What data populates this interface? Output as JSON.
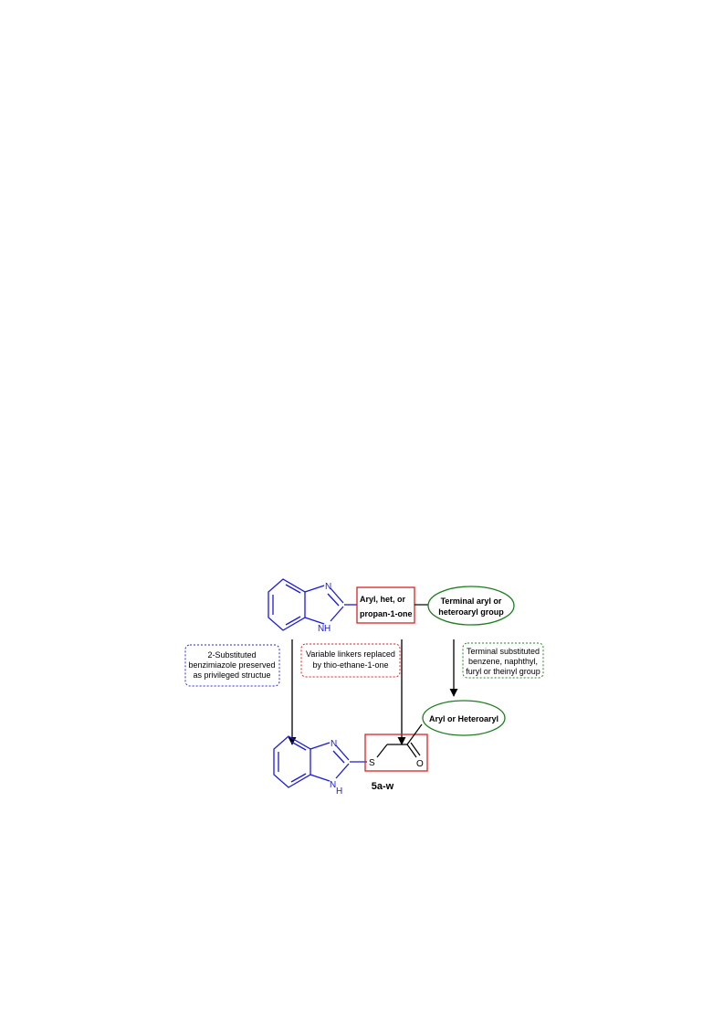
{
  "colors": {
    "scaffold": "#1a1adb",
    "linker_box": "#e02020",
    "terminal": "#1e7d1e",
    "note_blue": "#2a2ad0",
    "note_red": "#e02020",
    "note_green": "#1e8a1e",
    "bond": "#000000"
  },
  "top": {
    "atom_n": "N",
    "atom_nh": "H",
    "atom_n_lower": "N",
    "linker_line1": "Aryl, het, or",
    "linker_line2": "propan-1-one",
    "terminal_line1": "Terminal aryl or",
    "terminal_line2": "heteroaryl group"
  },
  "notes": {
    "blue": [
      "2-Substituted",
      "benzimiazole preserved",
      "as privileged structue"
    ],
    "red": [
      "Variable linkers replaced",
      "by thio-ethane-1-one"
    ],
    "green": [
      "Terminal substituted",
      "benzene, naphthyl,",
      "furyl or theinyl group"
    ]
  },
  "bottom": {
    "atom_n": "N",
    "atom_nh": "H",
    "atom_n_lower": "N",
    "atom_s": "S",
    "atom_o": "O",
    "terminal_label": "Aryl or Heteroaryl",
    "compound_label": "5a-w"
  },
  "icons": [
    "arrow-down-icon"
  ]
}
